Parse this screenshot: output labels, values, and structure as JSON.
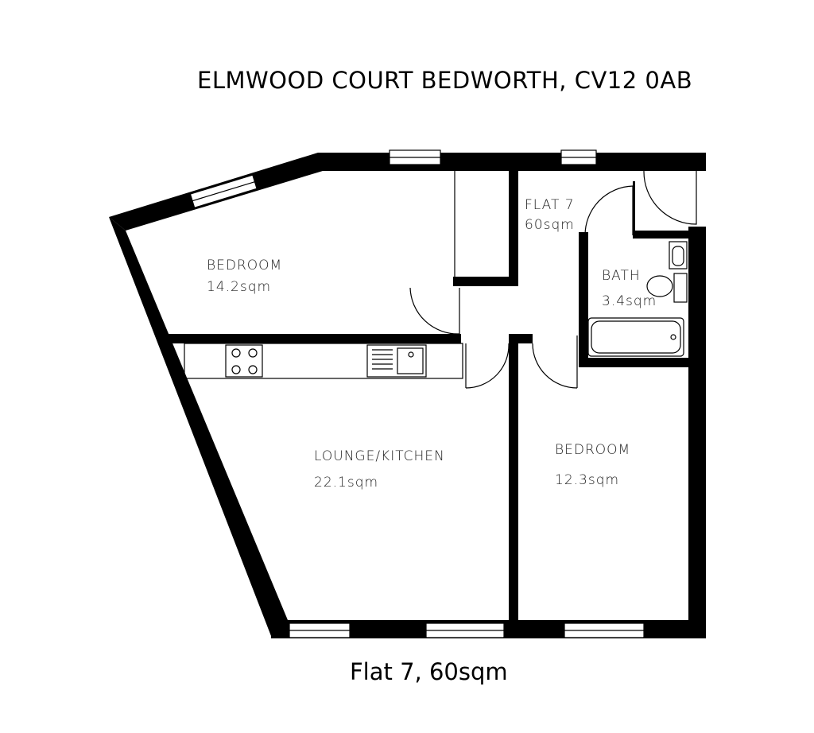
{
  "header": {
    "address": "ELMWOOD COURT BEDWORTH, CV12 0AB"
  },
  "caption": "Flat 7, 60sqm",
  "flat_label": {
    "name": "FLAT 7",
    "area": "60sqm"
  },
  "rooms": [
    {
      "name": "BEDROOM",
      "area": "14.2sqm"
    },
    {
      "name": "BATH",
      "area": "3.4sqm"
    },
    {
      "name": "LOUNGE/KITCHEN",
      "area": "22.1sqm"
    },
    {
      "name": "BEDROOM",
      "area": "12.3sqm"
    }
  ]
}
